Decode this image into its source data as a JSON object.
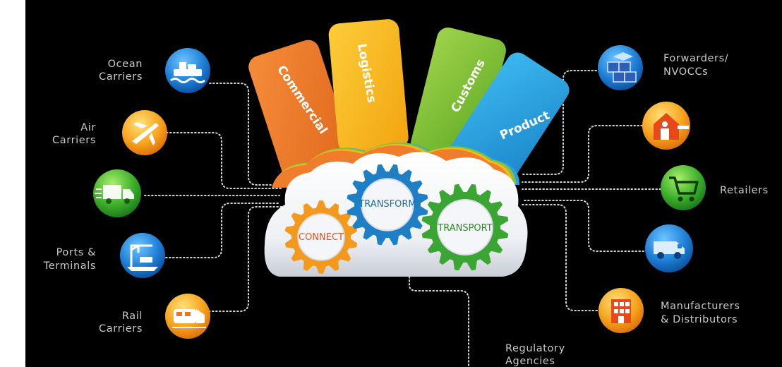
{
  "tabs": {
    "commercial": "Commercial",
    "logistics": "Logistics",
    "customs": "Customs",
    "product": "Product"
  },
  "gears": {
    "connect": "CONNECT",
    "transform": "TRANSFORM",
    "transport": "TRANSPORT"
  },
  "nodes": {
    "ocean": {
      "line1": "Ocean",
      "line2": "Carriers",
      "icon": "ship-icon"
    },
    "air": {
      "line1": "Air",
      "line2": "Carriers",
      "icon": "airplane-icon"
    },
    "truck": {
      "icon": "truck-icon"
    },
    "ports": {
      "line1": "Ports &",
      "line2": "Terminals",
      "icon": "port-crane-icon"
    },
    "rail": {
      "line1": "Rail",
      "line2": "Carriers",
      "icon": "train-icon"
    },
    "forwarders": {
      "line1": "Forwarders/",
      "line2": "NVOCCs",
      "icon": "boxes-icon"
    },
    "warehouse": {
      "icon": "warehouse-icon"
    },
    "retailers": {
      "line1": "Retailers",
      "icon": "shopping-cart-icon"
    },
    "van": {
      "icon": "van-icon"
    },
    "manufacturers": {
      "line1": "Manufacturers",
      "line2": "& Distributors",
      "icon": "factory-icon"
    },
    "regulatory": {
      "line1": "Regulatory",
      "line2": "Agencies"
    }
  },
  "colors": {
    "background": "#000000",
    "commercial": "#ef7d2b",
    "logistics": "#f7b81c",
    "customs": "#7bbf2f",
    "product": "#2a9fd8",
    "connect": "#f39a1e",
    "transform": "#1e7fc4",
    "transport": "#3aa532"
  }
}
